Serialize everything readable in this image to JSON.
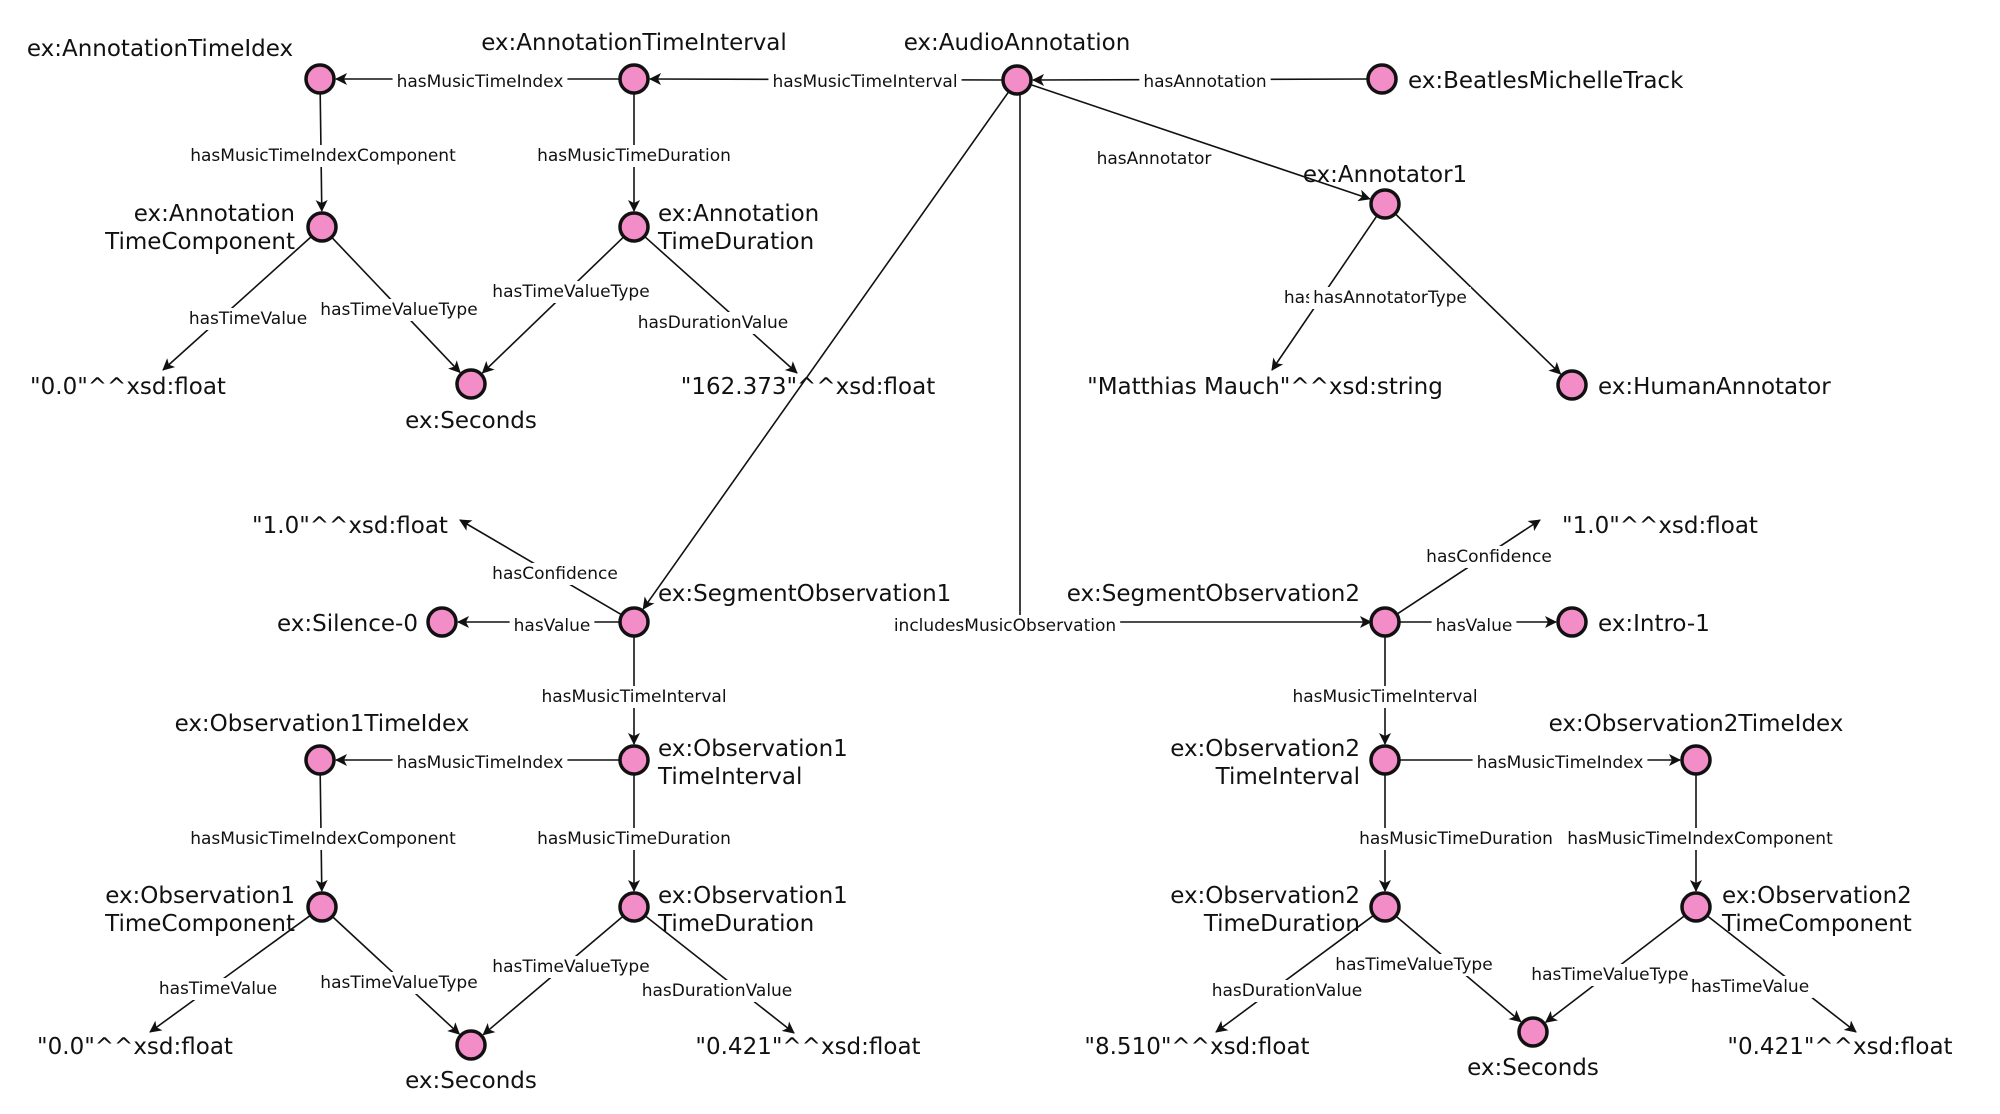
{
  "colors": {
    "node_fill": "#f28dc8",
    "node_stroke": "#111111",
    "edge": "#111111"
  },
  "nodes": [
    {
      "id": "timeidx",
      "lines": [
        "ex:AnnotationTimeIdex"
      ]
    },
    {
      "id": "timeint",
      "lines": [
        "ex:AnnotationTimeInterval"
      ]
    },
    {
      "id": "audio",
      "lines": [
        "ex:AudioAnnotation"
      ]
    },
    {
      "id": "track",
      "lines": [
        "ex:BeatlesMichelleTrack"
      ]
    },
    {
      "id": "annot1",
      "lines": [
        "ex:Annotator1"
      ]
    },
    {
      "id": "tcomp",
      "lines": [
        "ex:Annotation",
        "TimeComponent"
      ]
    },
    {
      "id": "tdur",
      "lines": [
        "ex:Annotation",
        "TimeDuration"
      ]
    },
    {
      "id": "name",
      "lines": [
        "\"Matthias Mauch\"^^xsd:string"
      ]
    },
    {
      "id": "human",
      "lines": [
        "ex:HumanAnnotator"
      ]
    },
    {
      "id": "v00a",
      "lines": [
        "\"0.0\"^^xsd:float"
      ]
    },
    {
      "id": "sec1",
      "lines": [
        "ex:Seconds"
      ]
    },
    {
      "id": "v162",
      "lines": [
        "\"162.373\"^^xsd:float"
      ]
    },
    {
      "id": "conf1",
      "lines": [
        "\"1.0\"^^xsd:float"
      ]
    },
    {
      "id": "silence",
      "lines": [
        "ex:Silence-0"
      ]
    },
    {
      "id": "seg1",
      "lines": [
        "ex:SegmentObservation1"
      ]
    },
    {
      "id": "seg2",
      "lines": [
        "ex:SegmentObservation2"
      ]
    },
    {
      "id": "conf2",
      "lines": [
        "\"1.0\"^^xsd:float"
      ]
    },
    {
      "id": "intro",
      "lines": [
        "ex:Intro-1"
      ]
    },
    {
      "id": "o1idx",
      "lines": [
        "ex:Observation1TimeIdex"
      ]
    },
    {
      "id": "o1int",
      "lines": [
        "ex:Observation1",
        "TimeInterval"
      ]
    },
    {
      "id": "o2int",
      "lines": [
        "ex:Observation2",
        "TimeInterval"
      ]
    },
    {
      "id": "o2idx",
      "lines": [
        "ex:Observation2TimeIdex"
      ]
    },
    {
      "id": "o1comp",
      "lines": [
        "ex:Observation1",
        "TimeComponent"
      ]
    },
    {
      "id": "o1dur",
      "lines": [
        "ex:Observation1",
        "TimeDuration"
      ]
    },
    {
      "id": "o2dur",
      "lines": [
        "ex:Observation2",
        "TimeDuration"
      ]
    },
    {
      "id": "o2comp",
      "lines": [
        "ex:Observation2",
        "TimeComponent"
      ]
    },
    {
      "id": "v00b",
      "lines": [
        "\"0.0\"^^xsd:float"
      ]
    },
    {
      "id": "sec2",
      "lines": [
        "ex:Seconds"
      ]
    },
    {
      "id": "v0421a",
      "lines": [
        "\"0.421\"^^xsd:float"
      ]
    },
    {
      "id": "v8510",
      "lines": [
        "\"8.510\"^^xsd:float"
      ]
    },
    {
      "id": "sec3",
      "lines": [
        "ex:Seconds"
      ]
    },
    {
      "id": "v0421b",
      "lines": [
        "\"0.421\"^^xsd:float"
      ]
    }
  ],
  "edges": [
    {
      "from": "track",
      "to": "audio",
      "label": "hasAnnotation"
    },
    {
      "from": "audio",
      "to": "timeint",
      "label": "hasMusicTimeInterval"
    },
    {
      "from": "timeint",
      "to": "timeidx",
      "label": "hasMusicTimeIndex"
    },
    {
      "from": "timeidx",
      "to": "tcomp",
      "label": "hasMusicTimeIndexComponent"
    },
    {
      "from": "timeint",
      "to": "tdur",
      "label": "hasMusicTimeDuration"
    },
    {
      "from": "audio",
      "to": "annot1",
      "label": "hasAnnotator"
    },
    {
      "from": "annot1",
      "to": "name",
      "label": "hasName"
    },
    {
      "from": "annot1",
      "to": "human",
      "label": "hasAnnotatorType"
    },
    {
      "from": "tcomp",
      "to": "v00a",
      "label": "hasTimeValue"
    },
    {
      "from": "tcomp",
      "to": "sec1",
      "label": "hasTimeValueType"
    },
    {
      "from": "tdur",
      "to": "sec1",
      "label": "hasTimeValueType"
    },
    {
      "from": "tdur",
      "to": "v162",
      "label": "hasDurationValue"
    },
    {
      "from": "audio",
      "to": "seg1",
      "label": "includesMusicObservation"
    },
    {
      "from": "audio",
      "to": "seg2",
      "label": ""
    },
    {
      "from": "seg1",
      "to": "conf1",
      "label": "hasConfidence"
    },
    {
      "from": "seg1",
      "to": "silence",
      "label": "hasValue"
    },
    {
      "from": "seg1",
      "to": "o1int",
      "label": "hasMusicTimeInterval"
    },
    {
      "from": "o1int",
      "to": "o1idx",
      "label": "hasMusicTimeIndex"
    },
    {
      "from": "o1idx",
      "to": "o1comp",
      "label": "hasMusicTimeIndexComponent"
    },
    {
      "from": "o1int",
      "to": "o1dur",
      "label": "hasMusicTimeDuration"
    },
    {
      "from": "o1comp",
      "to": "v00b",
      "label": "hasTimeValue"
    },
    {
      "from": "o1comp",
      "to": "sec2",
      "label": "hasTimeValueType"
    },
    {
      "from": "o1dur",
      "to": "sec2",
      "label": "hasTimeValueType"
    },
    {
      "from": "o1dur",
      "to": "v0421a",
      "label": "hasDurationValue"
    },
    {
      "from": "seg2",
      "to": "conf2",
      "label": "hasConfidence"
    },
    {
      "from": "seg2",
      "to": "intro",
      "label": "hasValue"
    },
    {
      "from": "seg2",
      "to": "o2int",
      "label": "hasMusicTimeInterval"
    },
    {
      "from": "o2int",
      "to": "o2idx",
      "label": "hasMusicTimeIndex"
    },
    {
      "from": "o2int",
      "to": "o2dur",
      "label": "hasMusicTimeDuration"
    },
    {
      "from": "o2idx",
      "to": "o2comp",
      "label": "hasMusicTimeIndexComponent"
    },
    {
      "from": "o2dur",
      "to": "v8510",
      "label": "hasDurationValue"
    },
    {
      "from": "o2dur",
      "to": "sec3",
      "label": "hasTimeValueType"
    },
    {
      "from": "o2comp",
      "to": "sec3",
      "label": "hasTimeValueType"
    },
    {
      "from": "o2comp",
      "to": "v0421b",
      "label": "hasTimeValue"
    }
  ]
}
